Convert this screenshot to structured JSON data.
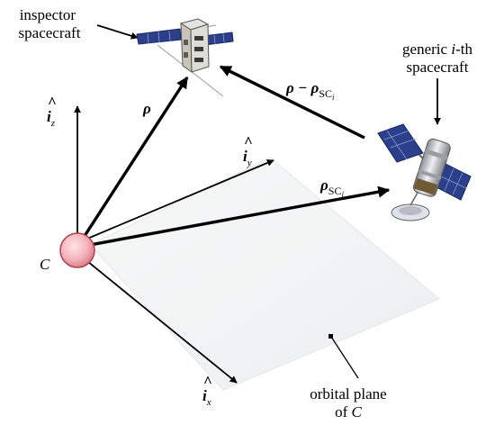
{
  "labels": {
    "inspector": [
      "inspector",
      "spacecraft"
    ],
    "generic_line1_pre": "generic ",
    "generic_line1_i": "i",
    "generic_line1_post": "-th",
    "generic_line2": "spacecraft",
    "origin": "C",
    "iz_base": "i",
    "iz_sub": "z",
    "iy_base": "i",
    "iy_sub": "y",
    "ix_base": "i",
    "ix_sub": "x",
    "hat": "^",
    "rho": "ρ",
    "rho_minus": "ρ − ρ",
    "sc_sub": "SC",
    "sc_subsub": "i",
    "plane_line1": "orbital plane",
    "plane_line2_pre": "of ",
    "plane_line2_c": "C"
  },
  "colors": {
    "plane_fill": "#f2f4f4",
    "sphere_fill": "#f4b8bf",
    "sphere_stroke": "#b4404c",
    "arrow": "#000000",
    "panel": "#2b3f8a",
    "satellite_body": "#c9ccd1"
  },
  "icons": {
    "inspector_spacecraft": "cubesat-icon",
    "generic_spacecraft": "satellite-icon",
    "origin_point": "sphere-icon"
  }
}
